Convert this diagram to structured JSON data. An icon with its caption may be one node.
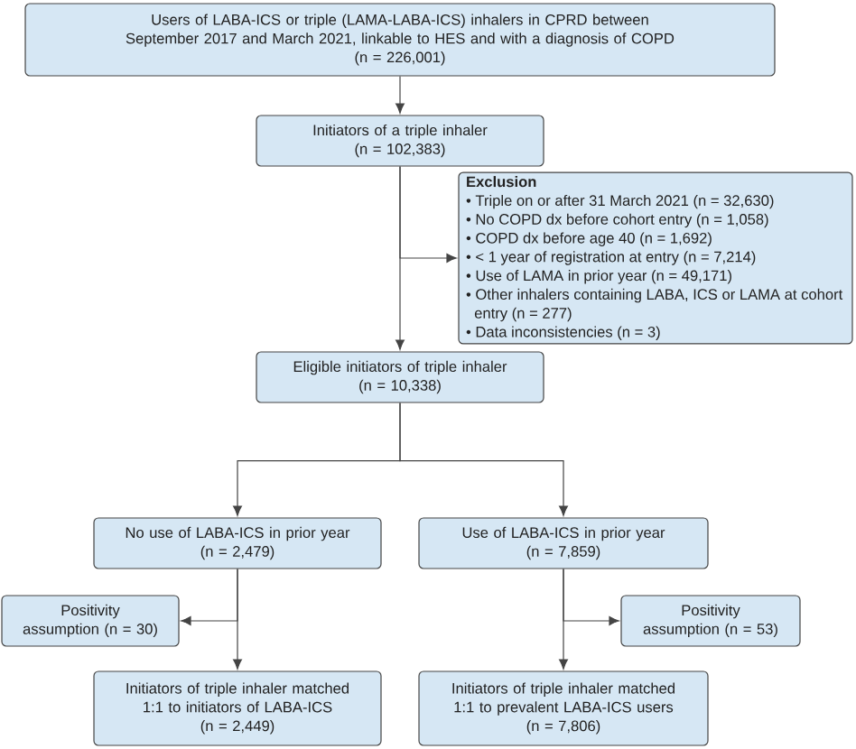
{
  "diagram": {
    "nodes": [
      {
        "text": [
          "Users of LABA-ICS or triple (LAMA-LABA-ICS) inhalers in CPRD between September 2017 and March 2021, linkable to HES and with a diagnosis of COPD",
          "(n = 226,001)"
        ]
      },
      {
        "text": [
          "Initiators of a triple inhaler",
          "(n = 102,383)"
        ]
      },
      {
        "text": [
          "**Exclusion**",
          "• Triple on or after 31 March 2021 (n = 32,630)",
          "• No COPD dx before cohort entry (n = 1,058)",
          "• COPD dx before age 40 (n = 1,692)",
          "• < 1 year of registration at entry (n = 7,214)",
          "• Use of LAMA in prior year (n = 49,171)",
          "• Other inhalers containing LABA, ICS or LAMA at cohort entry (n = 277)",
          "• Data inconsistencies (n = 3)"
        ]
      },
      {
        "text": [
          "Eligible initiators of triple inhaler",
          "(n = 10,338)"
        ]
      },
      {
        "text": [
          "No use of LABA-ICS in prior year",
          "(n = 2,479)"
        ]
      },
      {
        "text": [
          "Use of LABA-ICS in prior year",
          "(n = 7,859)"
        ]
      },
      {
        "text": [
          "Positivity assumption (n = 30)"
        ]
      },
      {
        "text": [
          "Positivity assumption (n = 53)"
        ]
      },
      {
        "text": [
          "Initiators of triple inhaler matched 1:1 to initiators of LABA-ICS",
          "(n = 2,449)"
        ]
      },
      {
        "text": [
          "Initiators of triple inhaler matched 1:1 to prevalent LABA-ICS users",
          "(n = 7,806)"
        ]
      }
    ],
    "edges": [
      {
        "from": 0,
        "to": 1,
        "arrow": "to"
      },
      {
        "from": 1,
        "to": 2,
        "arrow": "to"
      },
      {
        "from": 1,
        "to": 3,
        "arrow": "to"
      },
      {
        "from": 3,
        "to": 4,
        "arrow": "to"
      },
      {
        "from": 3,
        "to": 5,
        "arrow": "to"
      },
      {
        "from": 4,
        "to": 6,
        "arrow": "to"
      },
      {
        "from": 4,
        "to": 8,
        "arrow": "to"
      },
      {
        "from": 5,
        "to": 7,
        "arrow": "to"
      },
      {
        "from": 5,
        "to": 9,
        "arrow": "to"
      }
    ]
  }
}
